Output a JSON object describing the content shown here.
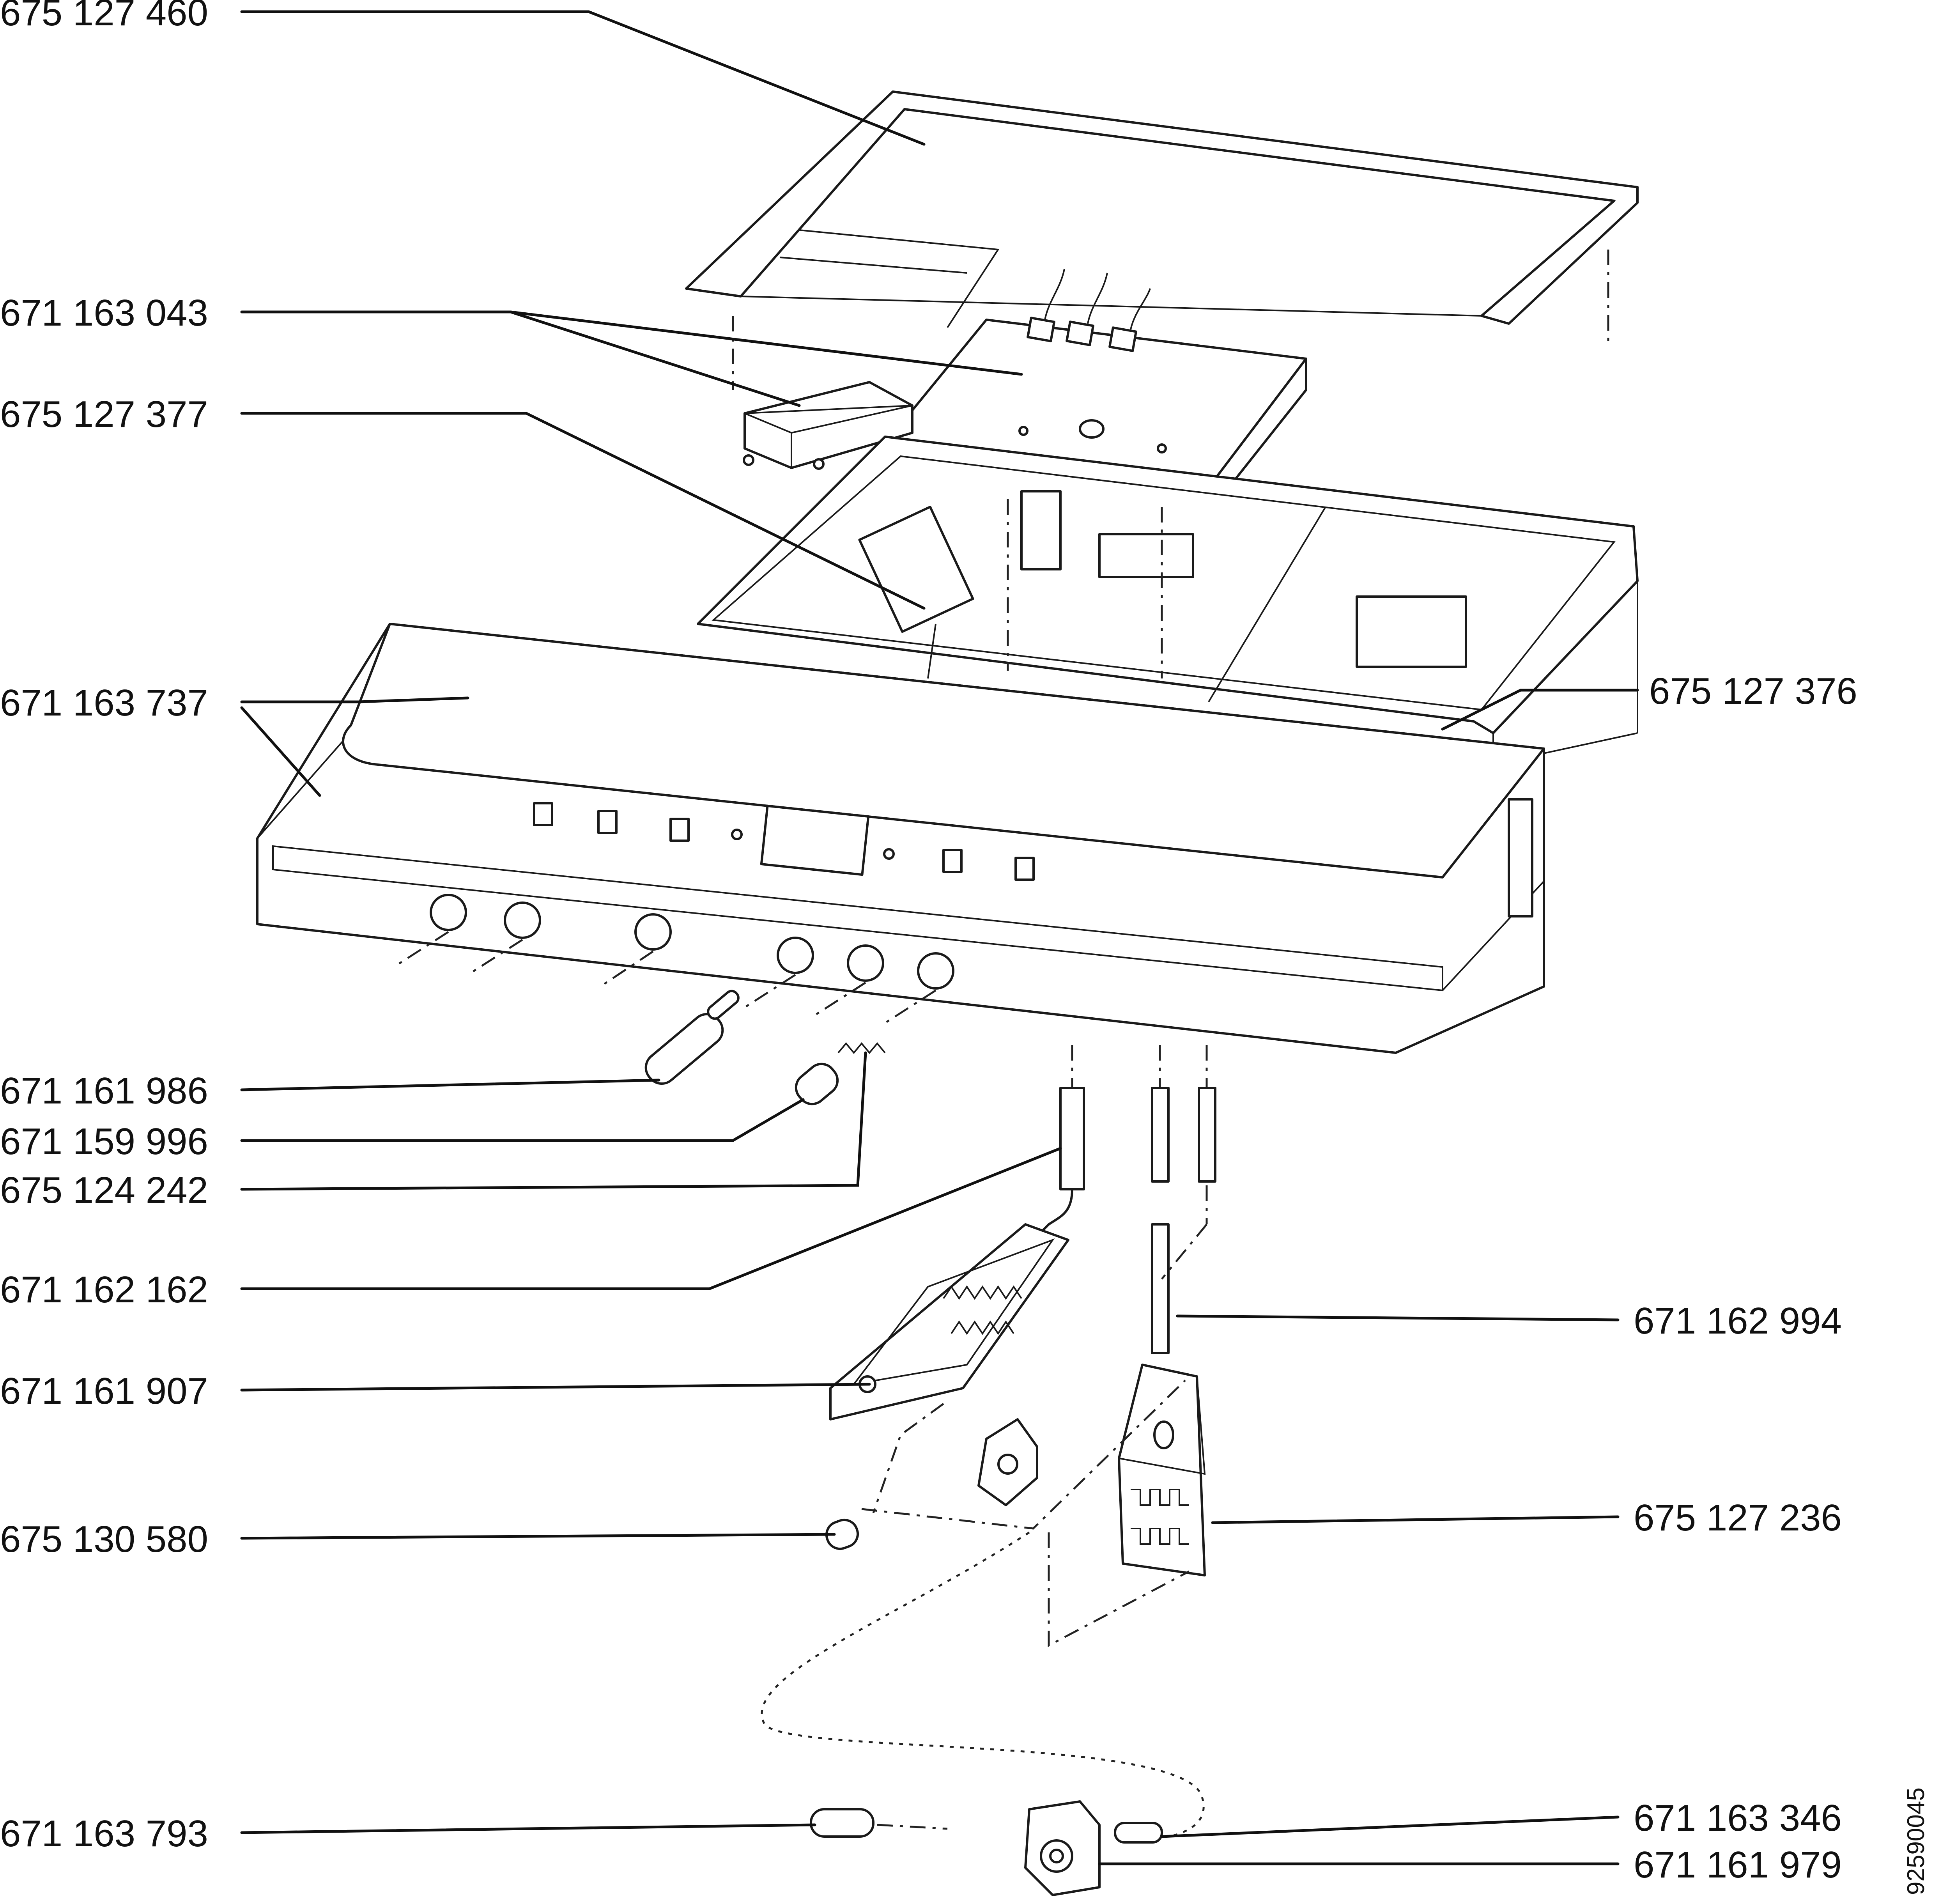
{
  "drawing_number": "92590045",
  "parts": [
    {
      "id": "p1",
      "label": "675 127 460"
    },
    {
      "id": "p2",
      "label": "671 163 043"
    },
    {
      "id": "p3",
      "label": "675 127 377"
    },
    {
      "id": "p4",
      "label": "671 163 737"
    },
    {
      "id": "p5",
      "label": "671 161 986"
    },
    {
      "id": "p6",
      "label": "671 159 996"
    },
    {
      "id": "p7",
      "label": "675 124 242"
    },
    {
      "id": "p8",
      "label": "671 162 162"
    },
    {
      "id": "p9",
      "label": "671 161 907"
    },
    {
      "id": "p10",
      "label": "675 130 580"
    },
    {
      "id": "p11",
      "label": "671 163 793"
    },
    {
      "id": "p12",
      "label": "675 127 376"
    },
    {
      "id": "p13",
      "label": "671 162 994"
    },
    {
      "id": "p14",
      "label": "675 127 236"
    },
    {
      "id": "p15",
      "label": "671 163 346"
    },
    {
      "id": "p16",
      "label": "671 161 979"
    }
  ]
}
